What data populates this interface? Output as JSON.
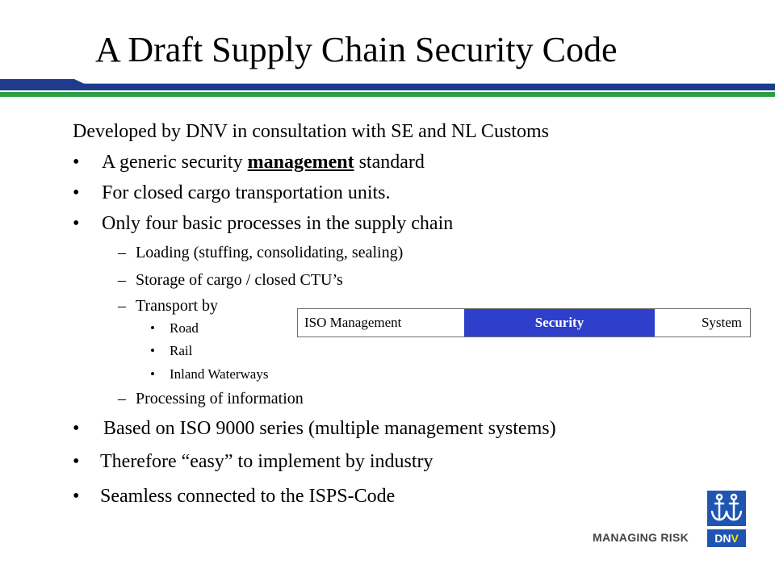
{
  "title": "A Draft Supply Chain Security Code",
  "intro": "Developed by DNV in consultation with SE and NL Customs",
  "bullet_char": "•",
  "dash_char": "–",
  "items": [
    {
      "pre": "A generic security ",
      "emph": "management",
      "post": " standard"
    },
    {
      "text": "For closed cargo transportation units."
    },
    {
      "text": "Only four basic processes in the supply chain"
    }
  ],
  "processes": [
    "Loading (stuffing, consolidating, sealing)",
    "Storage of cargo / closed CTU’s",
    "Transport by",
    "Processing of information"
  ],
  "transport_modes": [
    "Road",
    "Rail",
    "Inland Waterways"
  ],
  "isms_box": {
    "left": "ISO Management",
    "middle": "Security",
    "right": "System"
  },
  "bottom_items": [
    "Based on ISO 9000 series (multiple management systems)",
    "Therefore “easy” to implement by industry",
    "Seamless connected to the ISPS-Code"
  ],
  "logo": {
    "tagline": "MANAGING RISK",
    "badge_part1": "DN",
    "badge_part2": "V"
  },
  "colors": {
    "blue_rule": "#1f3c8c",
    "green_rule": "#2e9e45",
    "security_fill": "#2d3fcb"
  }
}
